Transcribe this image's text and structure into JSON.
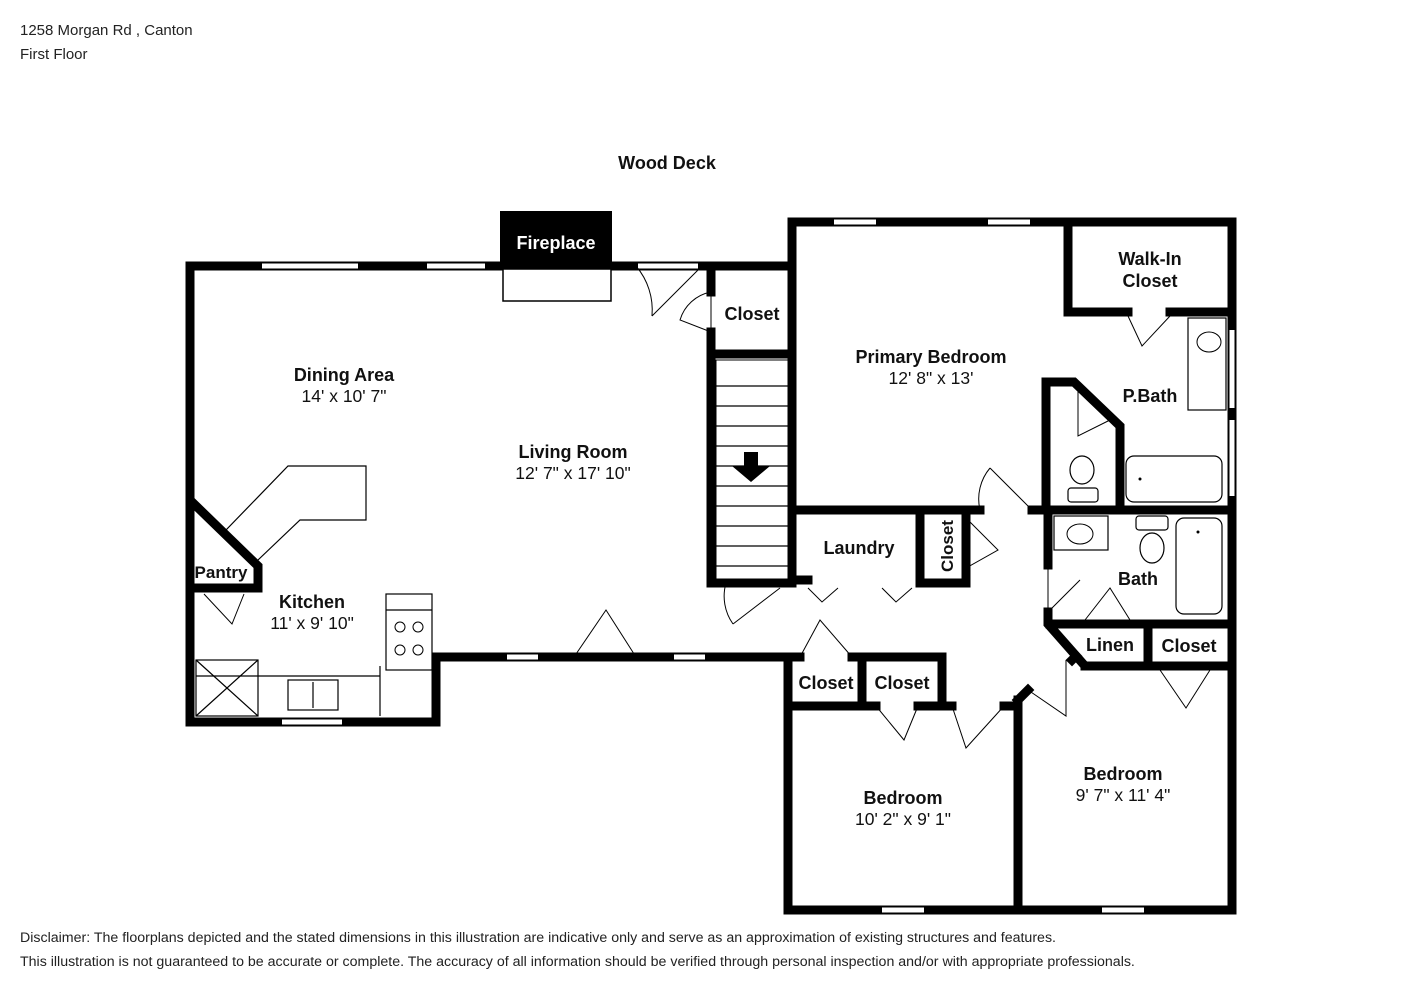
{
  "header": {
    "address": "1258 Morgan Rd , Canton",
    "floor": "First Floor"
  },
  "labels": {
    "wood_deck": "Wood Deck",
    "fireplace": "Fireplace"
  },
  "rooms": {
    "dining": {
      "name": "Dining Area",
      "dims": "14' x 10' 7\""
    },
    "living": {
      "name": "Living Room",
      "dims": "12' 7\" x 17' 10\""
    },
    "kitchen": {
      "name": "Kitchen",
      "dims": "11' x 9' 10\""
    },
    "pantry": {
      "name": "Pantry"
    },
    "closet_stair": {
      "name": "Closet"
    },
    "primary": {
      "name": "Primary Bedroom",
      "dims": "12' 8\" x 13'"
    },
    "walkin": {
      "name1": "Walk-In",
      "name2": "Closet"
    },
    "pbath": {
      "name": "P.Bath"
    },
    "laundry": {
      "name": "Laundry"
    },
    "closet_laundry": {
      "name": "Closet"
    },
    "bath": {
      "name": "Bath"
    },
    "linen": {
      "name": "Linen"
    },
    "closet_bath": {
      "name": "Closet"
    },
    "closet_a": {
      "name": "Closet"
    },
    "closet_b": {
      "name": "Closet"
    },
    "bedroom1": {
      "name": "Bedroom",
      "dims": "10' 2\" x 9' 1\""
    },
    "bedroom2": {
      "name": "Bedroom",
      "dims": "9' 7\" x 11' 4\""
    }
  },
  "disclaimer": {
    "line1": "Disclaimer: The floorplans depicted and the stated dimensions in this illustration are indicative only and serve as an approximation of existing structures and features.",
    "line2": "This illustration is not guaranteed to be accurate or complete. The accuracy of all information should be verified through personal inspection and/or with appropriate professionals."
  }
}
